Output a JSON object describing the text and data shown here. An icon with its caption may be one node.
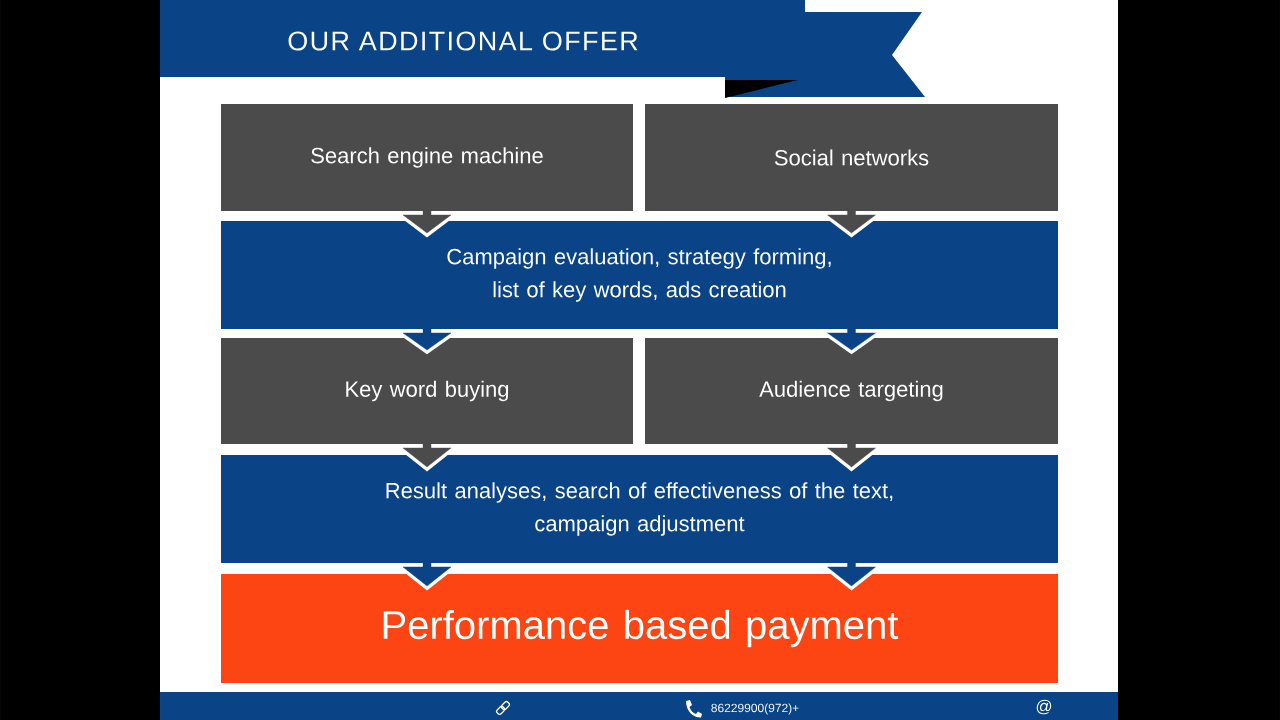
{
  "diagram": {
    "title": "OUR ADDITIONAL OFFER",
    "nodes": [
      {
        "text": [
          "Search engine machine"
        ]
      },
      {
        "text": [
          "Social networks"
        ]
      },
      {
        "text": [
          "Campaign evaluation, strategy forming, list of key words, ads creation"
        ]
      },
      {
        "text": [
          "Key word buying"
        ]
      },
      {
        "text": [
          "Audience targeting"
        ]
      },
      {
        "text": [
          "Result analyses, search of effectiveness of the text, campaign adjustment"
        ]
      },
      {
        "text": [
          "Performance based payment"
        ]
      }
    ],
    "edges": [
      {
        "from": 0,
        "to": 2,
        "arrow": "to"
      },
      {
        "from": 1,
        "to": 2,
        "arrow": "to"
      },
      {
        "from": 2,
        "to": 3,
        "arrow": "to",
        "color": "#0a4486"
      },
      {
        "from": 2,
        "to": 4,
        "arrow": "to",
        "color": "#0a4486"
      },
      {
        "from": 3,
        "to": 5,
        "arrow": "to"
      },
      {
        "from": 4,
        "to": 5,
        "arrow": "to"
      },
      {
        "from": 5,
        "to": 6,
        "arrow": "to",
        "color": "#0a4486"
      }
    ],
    "labels": [
      "86229900(972)+",
      "@"
    ]
  }
}
